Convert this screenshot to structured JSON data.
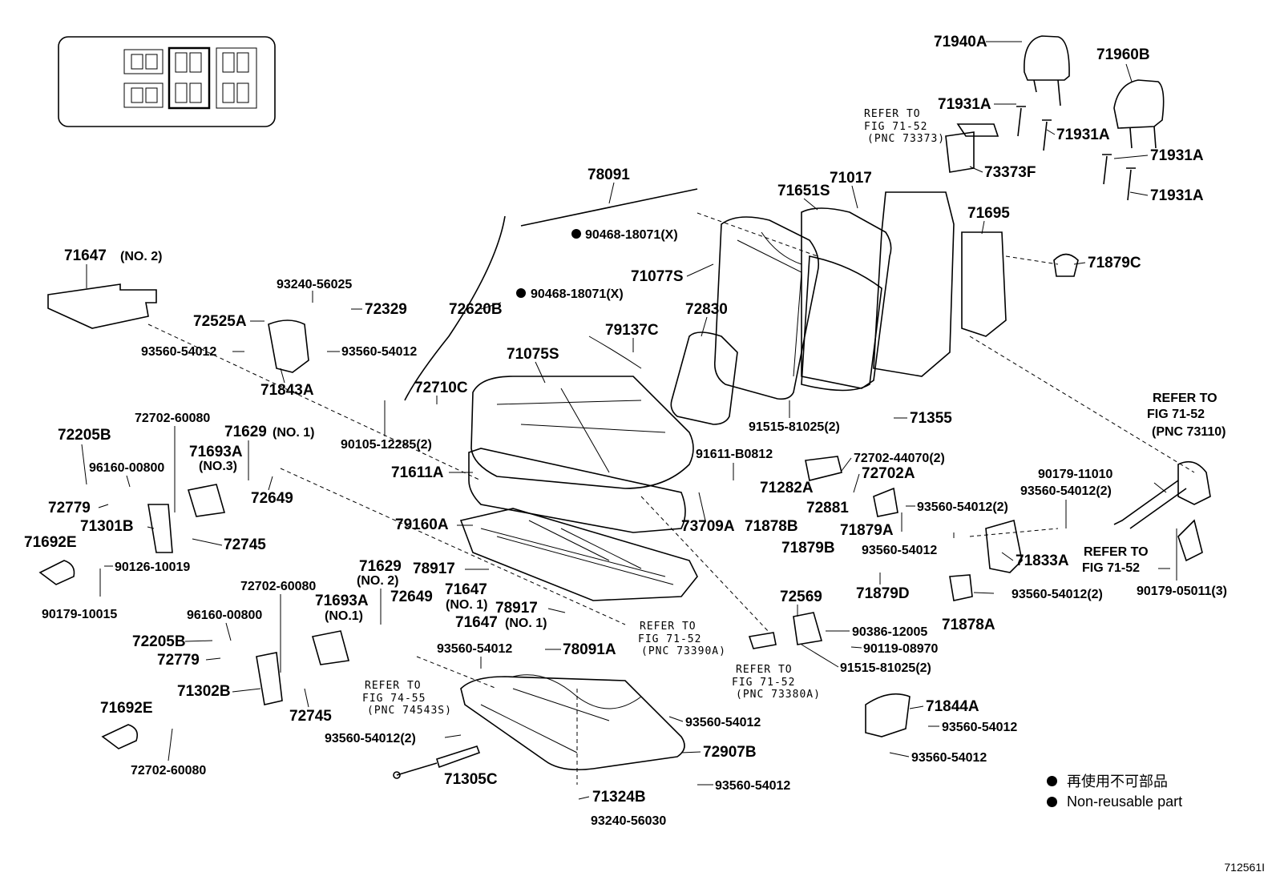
{
  "labels": {
    "l71940A": "71940A",
    "l71960B": "71960B",
    "l71931A_1": "71931A",
    "l71931A_2": "71931A",
    "l71931A_3": "71931A",
    "l71931A_4": "71931A",
    "l73373F": "73373F",
    "l71017": "71017",
    "l71651S": "71651S",
    "l71695": "71695",
    "l71879C": "71879C",
    "l78091": "78091",
    "l90468a": "90468-18071(X)",
    "l90468b": "90468-18071(X)",
    "l71077S": "71077S",
    "l71647no2": "71647",
    "l71647no2s": "(NO. 2)",
    "l93240_56025": "93240-56025",
    "l72329": "72329",
    "l72620B": "72620B",
    "l72525A": "72525A",
    "l93560_a": "93560-54012",
    "l93560_b": "93560-54012",
    "l71843A": "71843A",
    "l79137C": "79137C",
    "l72830": "72830",
    "l71075S": "71075S",
    "l72710C": "72710C",
    "l90105": "90105-12285(2)",
    "l91515a": "91515-81025(2)",
    "l71355": "71355",
    "l72205B_1": "72205B",
    "l72702_60080a": "72702-60080",
    "l71629no1": "71629",
    "l71629no1s": "(NO. 1)",
    "l71693Ano3": "71693A",
    "l71693Ano3s": "(NO.3)",
    "l96160a": "96160-00800",
    "l72779_1": "72779",
    "l72649_1": "72649",
    "l71611A": "71611A",
    "l91611": "91611-B0812",
    "l72702_44070": "72702-44070(2)",
    "l72702A": "72702A",
    "l71282A": "71282A",
    "l72881": "72881",
    "l71301B": "71301B",
    "l72745_1": "72745",
    "l71692E_1": "71692E",
    "l79160A": "79160A",
    "l73709A": "73709A",
    "l71878B": "71878B",
    "l71879A": "71879A",
    "l71879B": "71879B",
    "l93560_c": "93560-54012(2)",
    "l93560_d": "93560-54012",
    "l90126": "90126-10019",
    "l90179_10015": "90179-10015",
    "l71629no2": "71629",
    "l71629no2s": "(NO. 2)",
    "l78917_1": "78917",
    "l71647no1a": "71647",
    "l71647no1as": "(NO. 1)",
    "l78917_2": "78917",
    "l71647no1b": "71647",
    "l71647no1bs": "(NO. 1)",
    "l72649_2": "72649",
    "l72702_60080b": "72702-60080",
    "l71693Ano1": "71693A",
    "l71693Ano1s": "(NO.1)",
    "l96160b": "96160-00800",
    "l72205B_2": "72205B",
    "l72779_2": "72779",
    "l71302B": "71302B",
    "l72745_2": "72745",
    "l71692E_2": "71692E",
    "l72702_60080c": "72702-60080",
    "l93560_e": "93560-54012",
    "l78091A": "78091A",
    "l93560_f": "93560-54012(2)",
    "l71305C": "71305C",
    "l71324B": "71324B",
    "l93240_56030": "93240-56030",
    "l93560_g": "93560-54012",
    "l72907B": "72907B",
    "l93560_h": "93560-54012",
    "l72569": "72569",
    "l90386": "90386-12005",
    "l90119": "90119-08970",
    "l91515b": "91515-81025(2)",
    "l71844A": "71844A",
    "l93560_i": "93560-54012",
    "l93560_j": "93560-54012",
    "l90179_11010": "90179-11010",
    "l93560_k": "93560-54012(2)",
    "l71833A": "71833A",
    "l71878A": "71878A",
    "l93560_l": "93560-54012(2)",
    "l90179_05011": "90179-05011(3)",
    "l71879D": "71879D",
    "l72702_60080_none": ""
  },
  "references": {
    "r73373": [
      "REFER TO",
      "FIG 71-52",
      "(PNC 73373)"
    ],
    "r73110": [
      "REFER TO",
      "FIG 71-52",
      "(PNC 73110)"
    ],
    "r71_52b": [
      "REFER TO",
      "FIG 71-52"
    ],
    "r73390A": [
      "REFER TO",
      "FIG 71-52",
      "(PNC 73390A)"
    ],
    "r73380A": [
      "REFER TO",
      "FIG 71-52",
      "(PNC 73380A)"
    ],
    "r74543S": [
      "REFER TO",
      "FIG 74-55",
      "(PNC 74543S)"
    ]
  },
  "legend": {
    "jp": "再使用不可部品",
    "en": "Non-reusable part"
  },
  "figure_number": "712561I"
}
